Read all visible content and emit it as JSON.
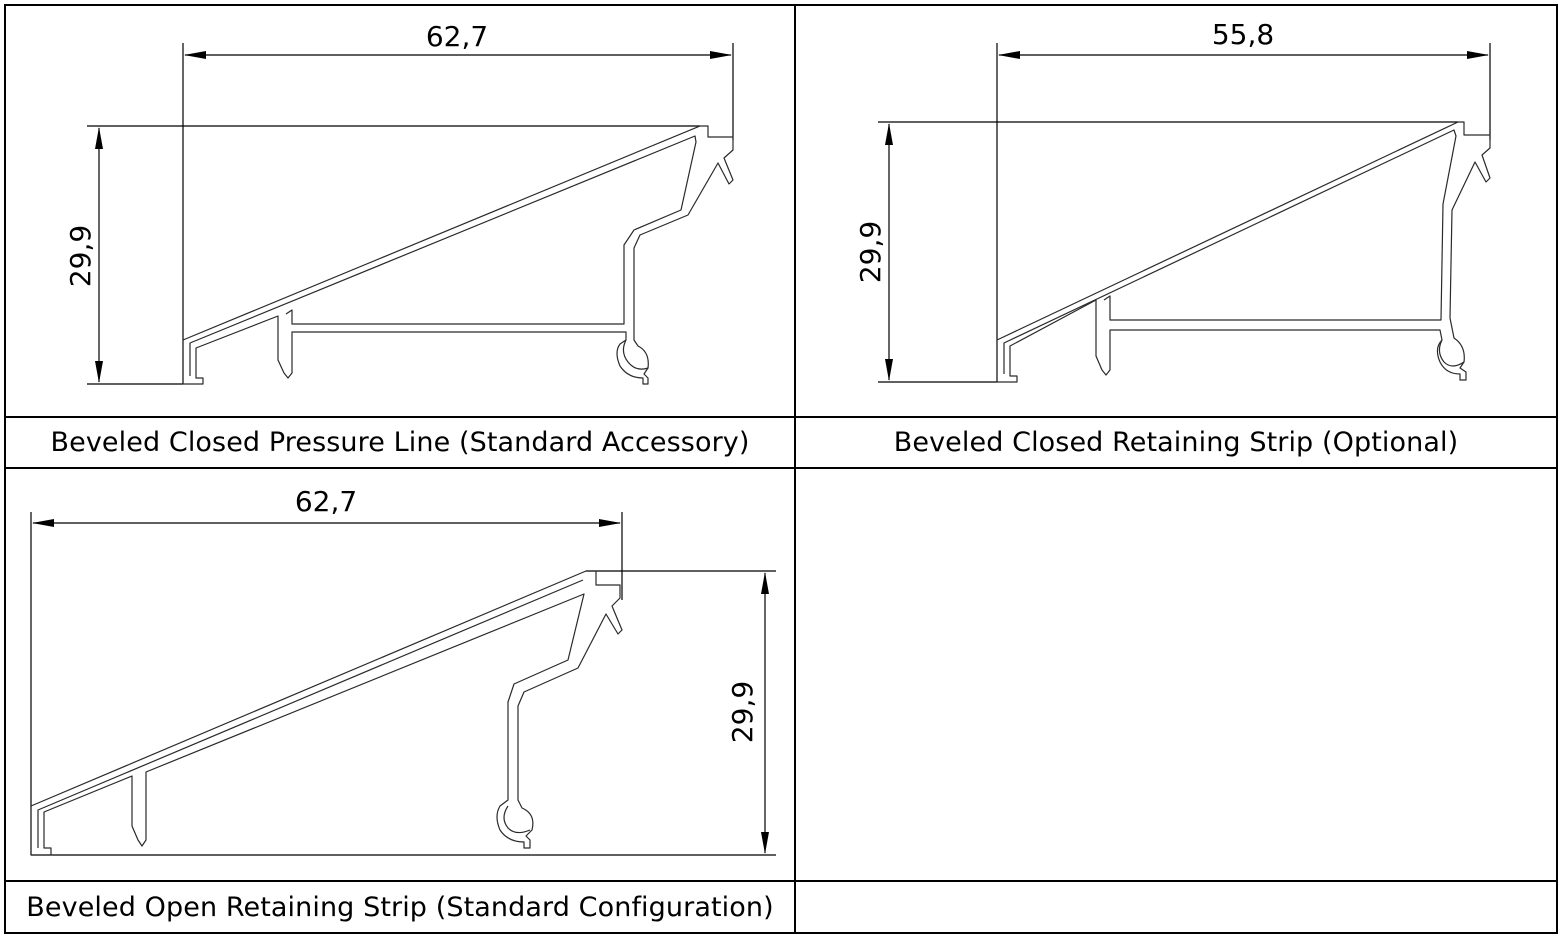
{
  "cells": [
    {
      "caption": "Beveled Closed Pressure Line (Standard Accessory)",
      "dims": {
        "width": "62,7",
        "height": "29,9"
      }
    },
    {
      "caption": "Beveled Closed Retaining Strip (Optional)",
      "dims": {
        "width": "55,8",
        "height": "29,9"
      }
    },
    {
      "caption": "Beveled Open Retaining Strip (Standard Configuration)",
      "dims": {
        "width": "62,7",
        "height": "29,9"
      }
    },
    {
      "caption": "",
      "dims": null
    }
  ]
}
